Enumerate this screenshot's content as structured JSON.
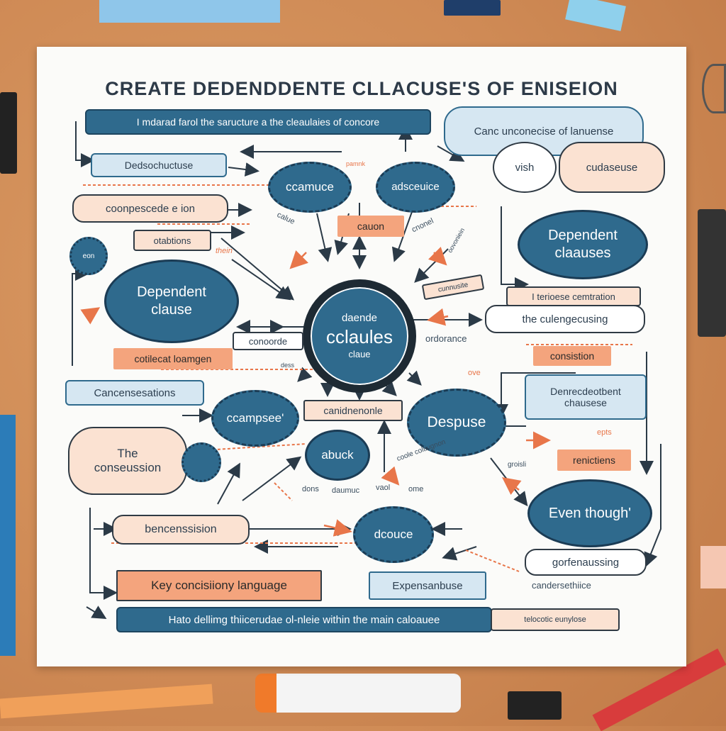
{
  "title": "CREATE DEDENDDENTE CLLACUSE'S OF  ENISEION",
  "top_bar": "I mdarad farol the saructure a the cleaulaies of concore",
  "top_right_cloud": "Canc unconecise of lanuense",
  "vish": "vish",
  "cudaseuse": "cudaseuse",
  "dedsochuctuse": "Dedsochuctuse",
  "coonpescede": "coonpescede e ion",
  "otabtions": "otabtions",
  "badge_top": "eon",
  "dependent_clause_left": [
    "Dependent",
    "clause"
  ],
  "cotilecat": "cotilecat loamgen",
  "ccamuce": "ccamuce",
  "adsceuice": "adsceuice",
  "cauon": "cauon",
  "center": [
    "daende",
    "cclaules",
    "claue"
  ],
  "conoorde": "conoorde",
  "ordorance": "ordorance",
  "dependent_clauses_right": [
    "Dependent",
    "claauses"
  ],
  "terioese": "I terioese cemtration",
  "culengecusing": "the culengecusing",
  "consistion": "consistion",
  "dcnt": "Denrecdeotbent chausese",
  "concensee": "Cancensesations",
  "the_concession": [
    "The",
    "conseussion"
  ],
  "campsee": "ccampsee'",
  "candnenoule": "canidnenonle",
  "despuse": "Despuse",
  "abuck": "abuck",
  "reniolieno": "renictiens",
  "even_though": "Even though'",
  "benconsession": "bencenssision",
  "dcouse": "dcouce",
  "gorfeneussing": "gorfenaussing",
  "candersethiice": "candersethiice",
  "key_language": "Key concisiiony language",
  "expensanbuse": "Expensanbuse",
  "bottom_bar": "Hato dellimg thiicerudae ol-nleie within the main caloauee",
  "bottom_tag": "telocotic eunylose",
  "small_labels": {
    "pamnk": "pamnk",
    "caluc": "calue",
    "cnonel": "cnonel",
    "thein": "thein",
    "ovonicin": "oovoniein",
    "cunnusite": "cunnusite",
    "dess": "dess",
    "dors": "dons",
    "daumuc": "daumuc",
    "vaol": "vaol",
    "ome": "ome",
    "coole": "coole coltiugnon",
    "grorsli": "groisli",
    "ove": "ove",
    "epts": "epts"
  },
  "colors": {
    "dark_blue": "#2f6a8d",
    "light_blue": "#d6e7f2",
    "salmon": "#f4a47d",
    "peach": "#fbe2d2",
    "desk": "#cf8a55"
  }
}
